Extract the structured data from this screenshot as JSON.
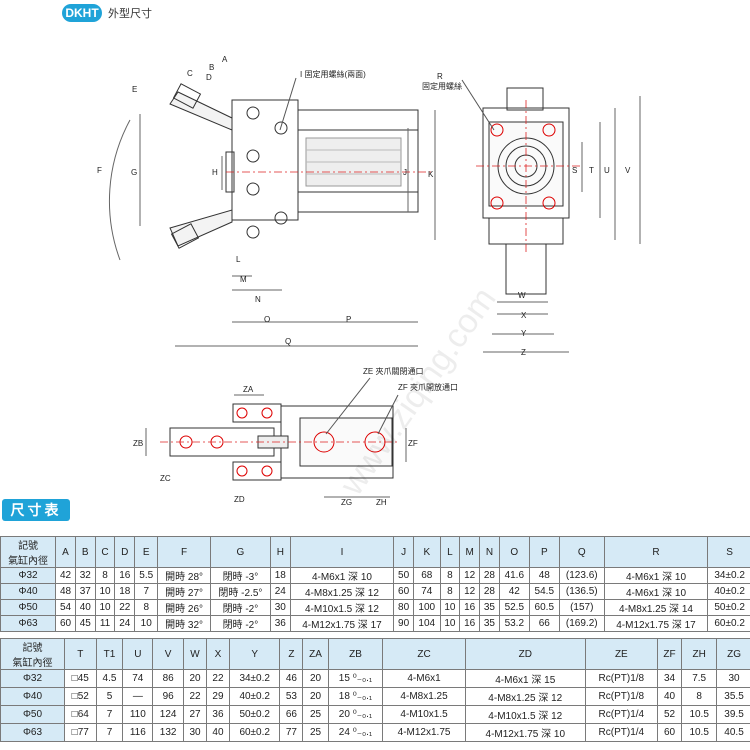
{
  "header": {
    "badge": "DKHT",
    "title": "外型尺寸"
  },
  "drawing_labels": {
    "A": "A",
    "B": "B",
    "C": "C",
    "D": "D",
    "E": "E",
    "F": "F",
    "G": "G",
    "H": "H",
    "I_note": "I 固定用螺絲(兩面)",
    "J": "J",
    "K": "K",
    "L": "L",
    "M": "M",
    "N": "N",
    "O": "O",
    "P": "P",
    "Q": "Q",
    "R_note1": "R",
    "R_note2": "固定用螺絲",
    "S": "S",
    "T": "T",
    "U": "U",
    "V": "V",
    "W": "W",
    "X": "X",
    "Y": "Y",
    "Z": "Z",
    "ZE_note": "ZE 夾爪關閉通口",
    "ZF_note": "ZF 夾爪開放通口",
    "ZA": "ZA",
    "ZB": "ZB",
    "ZC": "ZC",
    "ZD": "ZD",
    "ZF": "ZF",
    "ZG": "ZG",
    "ZH": "ZH",
    "watermark": "www.ziqing.com"
  },
  "table_title": "尺寸表",
  "corner": {
    "line1": "記號",
    "line2": "氣缸內徑"
  },
  "table1": {
    "headers": [
      "A",
      "B",
      "C",
      "D",
      "E",
      "F",
      "G",
      "H",
      "I",
      "J",
      "K",
      "L",
      "M",
      "N",
      "O",
      "P",
      "Q",
      "R",
      "S"
    ],
    "rows": [
      {
        "bore": "Φ32",
        "cells": [
          "42",
          "32",
          "8",
          "16",
          "5.5",
          "開時 28°",
          "閉時 -3°",
          "18",
          "4-M6x1 深 10",
          "50",
          "68",
          "8",
          "12",
          "28",
          "41.6",
          "48",
          "(123.6)",
          "4-M6x1 深 10",
          "34±0.2"
        ]
      },
      {
        "bore": "Φ40",
        "cells": [
          "48",
          "37",
          "10",
          "18",
          "7",
          "開時 27°",
          "閉時 -2.5°",
          "24",
          "4-M8x1.25 深 12",
          "60",
          "74",
          "8",
          "12",
          "28",
          "42",
          "54.5",
          "(136.5)",
          "4-M6x1 深 10",
          "40±0.2"
        ]
      },
      {
        "bore": "Φ50",
        "cells": [
          "54",
          "40",
          "10",
          "22",
          "8",
          "開時 26°",
          "閉時 -2°",
          "30",
          "4-M10x1.5 深 12",
          "80",
          "100",
          "10",
          "16",
          "35",
          "52.5",
          "60.5",
          "(157)",
          "4-M8x1.25 深 14",
          "50±0.2"
        ]
      },
      {
        "bore": "Φ63",
        "cells": [
          "60",
          "45",
          "11",
          "24",
          "10",
          "開時 32°",
          "閉時 -2°",
          "36",
          "4-M12x1.75 深 17",
          "90",
          "104",
          "10",
          "16",
          "35",
          "53.2",
          "66",
          "(169.2)",
          "4-M12x1.75 深 17",
          "60±0.2"
        ]
      }
    ]
  },
  "table2": {
    "headers": [
      "T",
      "T1",
      "U",
      "V",
      "W",
      "X",
      "Y",
      "Z",
      "ZA",
      "ZB",
      "ZC",
      "ZD",
      "ZE",
      "ZF",
      "ZH",
      "ZG"
    ],
    "rows": [
      {
        "bore": "Φ32",
        "cells": [
          "□45",
          "4.5",
          "74",
          "86",
          "20",
          "22",
          "34±0.2",
          "46",
          "20",
          "15 ⁰₋₀.₁",
          "4-M6x1",
          "4-M6x1 深 15",
          "Rc(PT)1/8",
          "34",
          "7.5",
          "30"
        ]
      },
      {
        "bore": "Φ40",
        "cells": [
          "□52",
          "5",
          "—",
          "96",
          "22",
          "29",
          "40±0.2",
          "53",
          "20",
          "18 ⁰₋₀.₁",
          "4-M8x1.25",
          "4-M8x1.25 深 12",
          "Rc(PT)1/8",
          "40",
          "8",
          "35.5"
        ]
      },
      {
        "bore": "Φ50",
        "cells": [
          "□64",
          "7",
          "110",
          "124",
          "27",
          "36",
          "50±0.2",
          "66",
          "25",
          "20 ⁰₋₀.₁",
          "4-M10x1.5",
          "4-M10x1.5 深 12",
          "Rc(PT)1/4",
          "52",
          "10.5",
          "39.5"
        ]
      },
      {
        "bore": "Φ63",
        "cells": [
          "□77",
          "7",
          "116",
          "132",
          "30",
          "40",
          "60±0.2",
          "77",
          "25",
          "24 ⁰₋₀.₁",
          "4-M12x1.75",
          "4-M12x1.75 深 10",
          "Rc(PT)1/4",
          "60",
          "10.5",
          "40.5"
        ]
      }
    ]
  }
}
